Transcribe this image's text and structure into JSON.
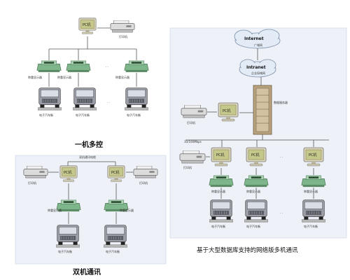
{
  "panels": {
    "top_left": {
      "caption": "一机多控"
    },
    "bottom_left": {
      "caption": "双机通讯",
      "bus_label": "双机通讯电缆"
    },
    "right": {
      "caption": "基于大型数据库支持的网络版多机通讯",
      "internet_label": "Internet",
      "wan_label": "广域网",
      "intranet_label": "Intranet",
      "lan_label": "企业局域网",
      "server_label": "数据服务器",
      "lan_tag": "10/100Mbps"
    }
  },
  "labels": {
    "pc": "PC机",
    "printer": "打印机",
    "display": "称重显示器",
    "truck": "电子汽车衡",
    "gap": "· ·"
  },
  "colors": {
    "background": "#ffffff",
    "panel_bg": "#eef2f8",
    "monitor_frame": "#d9d4b8",
    "monitor_screen": "#c6c78a",
    "indicator_green": "#7fb58a",
    "truck_gray": "#9a9ca6",
    "server_tan": "#b9a37f",
    "cloud": "#e3ecf6"
  }
}
